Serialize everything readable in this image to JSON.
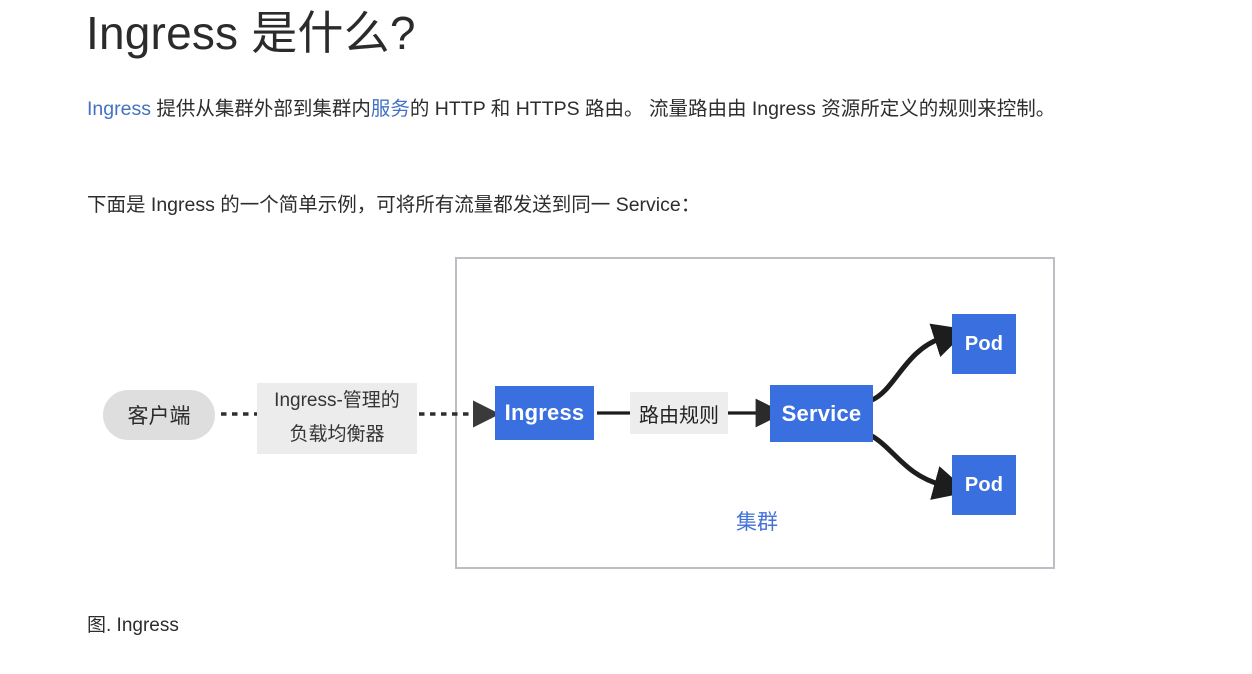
{
  "article": {
    "title": "Ingress 是什么?",
    "paragraph_1": {
      "link_1": "Ingress",
      "text_1": " 提供从集群外部到集群内",
      "link_2": "服务",
      "text_2": "的 HTTP 和 HTTPS 路由。 流量路由由 Ingress 资源所定义的规则来控制。"
    },
    "paragraph_2": "下面是 Ingress 的一个简单示例，可将所有流量都发送到同一 Service：",
    "figure_caption": "图. Ingress"
  },
  "diagram": {
    "cluster_label": "集群",
    "client_label": "客户端",
    "load_balancer_label_line1": "Ingress-管理的",
    "load_balancer_label_line2": "负载均衡器",
    "ingress_label": "Ingress",
    "routing_rules_label": "路由规则",
    "service_label": "Service",
    "pod_top_label": "Pod",
    "pod_bottom_label": "Pod"
  },
  "colors": {
    "node_blue": "#3a6fe0",
    "link_blue": "#4372c4",
    "cluster_label_blue": "#4472d8",
    "cluster_border": "#bdbdc4",
    "client_gray": "#dedede",
    "label_gray": "#ececec",
    "text": "#2d2d2d"
  }
}
